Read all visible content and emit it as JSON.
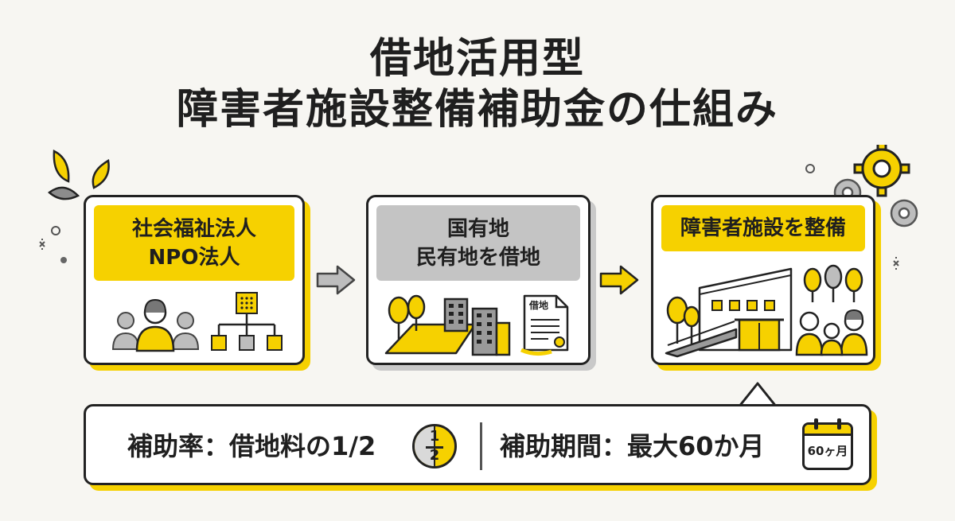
{
  "title": {
    "line1": "借地活用型",
    "line2": "障害者施設整備補助金の仕組み"
  },
  "steps": [
    {
      "lines": [
        "社会福祉法人",
        "NPO法人"
      ]
    },
    {
      "lines": [
        "国有地",
        "民有地を借地"
      ]
    },
    {
      "lines": [
        "障害者施設を整備"
      ]
    }
  ],
  "document_label": "借地",
  "info": {
    "rate": "補助率：借地料の1/2",
    "rate_icon": {
      "num": "1",
      "den": "2"
    },
    "period": "補助期間：最大60か月",
    "calendar_label": "60ヶ月"
  },
  "colors": {
    "accent": "#f6d100",
    "gray": "#c4c4c4",
    "ink": "#222222"
  },
  "icons": [
    "people-icon",
    "org-chart-icon",
    "land-icon",
    "building-icon",
    "document-icon",
    "facility-icon",
    "family-icon",
    "fraction-icon",
    "calendar-icon",
    "gear-icon",
    "leaf-icon"
  ]
}
